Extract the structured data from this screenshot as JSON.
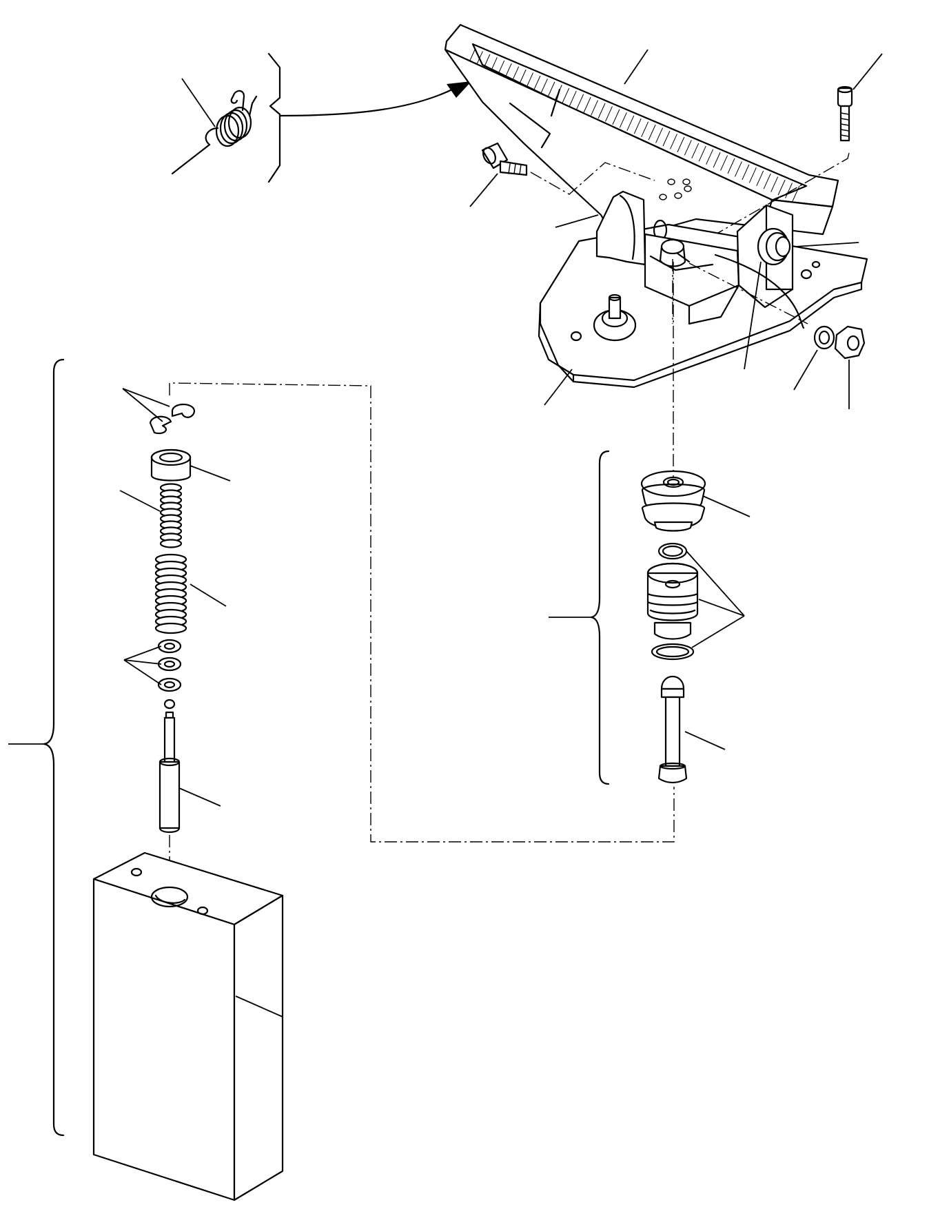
{
  "colors": {
    "ink": "#000000",
    "paper": "#ffffff"
  },
  "parts": [
    {
      "id": "torsion-spring",
      "icon": "spring-icon"
    },
    {
      "id": "pedal",
      "icon": "pedal-icon"
    },
    {
      "id": "cap-screw-top",
      "icon": "bolt-icon"
    },
    {
      "id": "cap-screw-side",
      "icon": "bolt-icon"
    },
    {
      "id": "bracket-cover",
      "icon": "cover-icon"
    },
    {
      "id": "pivot-pin",
      "icon": "pin-icon"
    },
    {
      "id": "bracket-stud",
      "icon": "stud-icon"
    },
    {
      "id": "washer",
      "icon": "washer-icon"
    },
    {
      "id": "nut",
      "icon": "nut-icon"
    },
    {
      "id": "base-plate",
      "icon": "plate-icon"
    },
    {
      "id": "retainer-clips",
      "icon": "clip-icon"
    },
    {
      "id": "spring-seat",
      "icon": "seat-icon"
    },
    {
      "id": "inner-spring",
      "icon": "spring-icon"
    },
    {
      "id": "outer-spring",
      "icon": "spring-icon"
    },
    {
      "id": "shims",
      "icon": "shim-icon"
    },
    {
      "id": "spool",
      "icon": "spool-icon"
    },
    {
      "id": "valve-body",
      "icon": "block-icon"
    },
    {
      "id": "dust-boot",
      "icon": "boot-icon"
    },
    {
      "id": "plug-seals",
      "icon": "seal-icon"
    },
    {
      "id": "push-rod",
      "icon": "rod-icon"
    }
  ]
}
